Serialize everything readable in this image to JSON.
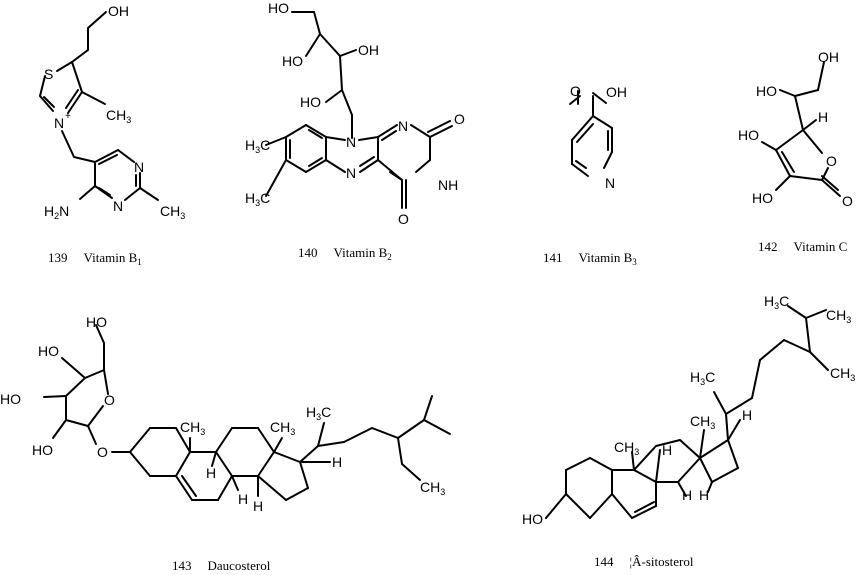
{
  "compounds": [
    {
      "id": "139",
      "name": "Vitamin B",
      "subscript": "1"
    },
    {
      "id": "140",
      "name": "Vitamin B",
      "subscript": "2"
    },
    {
      "id": "141",
      "name": "Vitamin B",
      "subscript": "3"
    },
    {
      "id": "142",
      "name": "Vitamin C",
      "subscript": ""
    },
    {
      "id": "143",
      "name": "Daucosterol",
      "subscript": ""
    },
    {
      "id": "144",
      "name": "¦Â-sitosterol",
      "subscript": ""
    }
  ],
  "atom_labels": {
    "OH": "OH",
    "HO": "HO",
    "S": "S",
    "N": "N",
    "N_plus": "N",
    "plus": "+",
    "CH3": "CH",
    "H3C": "H",
    "C": "C",
    "sub3": "3",
    "H2N": "H",
    "sub2": "2",
    "NH": "NH",
    "O": "O",
    "H": "H"
  }
}
